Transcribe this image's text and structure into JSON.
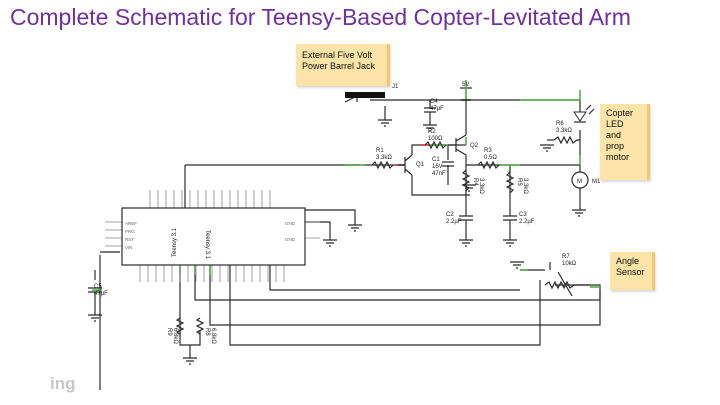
{
  "title": "Complete Schematic for Teensy-Based Copter-Levitated Arm",
  "notes": {
    "power": [
      "External Five Volt",
      "Power Barrel Jack"
    ],
    "copter": [
      "Copter",
      "LED",
      "and",
      "prop",
      "motor"
    ],
    "angle": [
      "Angle",
      "Sensor"
    ]
  },
  "components": {
    "j1": "J1",
    "c4": [
      "C4",
      "47µF"
    ],
    "vcc": "5V",
    "r2": [
      "R2",
      "100Ω"
    ],
    "q2": "Q2",
    "r1": [
      "R1",
      "3.3kΩ"
    ],
    "q1": "Q1",
    "c1": [
      "C1",
      "16V",
      "47nF"
    ],
    "r3": [
      "R3",
      "0.5Ω"
    ],
    "r4": [
      "R4",
      "3.3kΩ"
    ],
    "r5": [
      "R5",
      "3.3kΩ"
    ],
    "r6": [
      "R6",
      "3.3kΩ"
    ],
    "m1": "M1",
    "c2": [
      "C2",
      "2.2µF"
    ],
    "c3": [
      "C3",
      "2.2µF"
    ],
    "c5": [
      "C5",
      "47µF"
    ],
    "r7": [
      "R7",
      "10kΩ"
    ],
    "r8": [
      "R8",
      "6.8kΩ"
    ],
    "r9": [
      "R9",
      "6.8kΩ"
    ],
    "teensy": [
      "Teensy 3.1",
      "Teensy 3.1"
    ]
  },
  "logo_text": "ing"
}
